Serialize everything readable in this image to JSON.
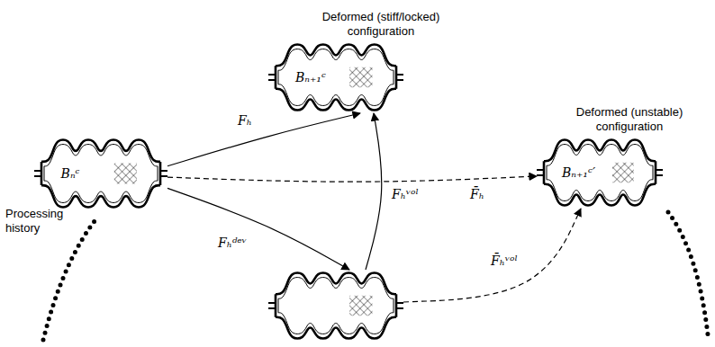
{
  "diagram": {
    "nodes": [
      {
        "text": [
          "Deformed (stiff/locked) configuration",
          "Bₙ₊₁ᶜ"
        ]
      },
      {
        "text": [
          "Bₙᶜ"
        ]
      },
      {
        "text": [
          "Deformed (unstable) configuration",
          "Bₙ₊₁ᶜ′"
        ]
      },
      {
        "text": []
      }
    ],
    "edges": [
      {
        "from": 1,
        "to": 0,
        "label": "Fₕ",
        "arrow": "to"
      },
      {
        "from": 3,
        "to": 0,
        "label": "Fₕᵛᵒˡ",
        "arrow": "to"
      },
      {
        "from": 1,
        "to": 3,
        "label": "Fₕᵈᵉᵛ",
        "arrow": "to"
      },
      {
        "from": 1,
        "to": 2,
        "label": "F̄ₕ",
        "arrow": "to"
      },
      {
        "from": 3,
        "to": 2,
        "label": "F̄ₕᵛᵒˡ",
        "arrow": "to"
      }
    ],
    "labels": [
      "Processing history"
    ]
  }
}
